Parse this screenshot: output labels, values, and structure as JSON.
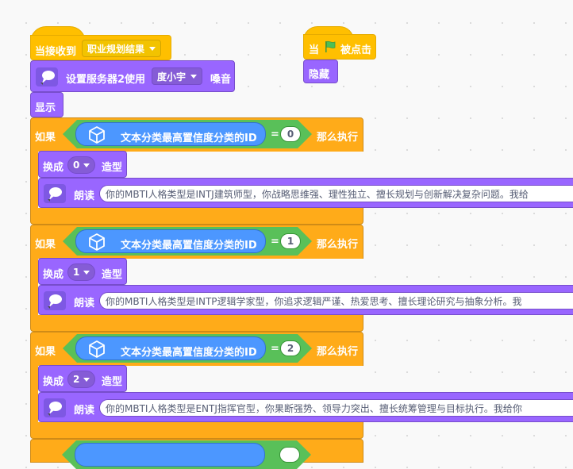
{
  "hat_broadcast": {
    "label": "当接收到",
    "message": "职业规划结果"
  },
  "voice_block": {
    "label": "设置服务器2使用",
    "voice": "度小宇",
    "suffix": "嗓音"
  },
  "show_block": {
    "label": "显示"
  },
  "hat_flag": {
    "prefix": "当",
    "suffix": "被点击",
    "icon": "green-flag-icon"
  },
  "hide_block": {
    "label": "隐藏"
  },
  "if_blocks": [
    {
      "if_label": "如果",
      "reporter": "文本分类最高置信度分类的ID",
      "op": "=",
      "value": "0",
      "then_label": "那么执行",
      "costume_label": "换成",
      "costume_value": "0",
      "costume_suffix": "造型",
      "speak_label": "朗读",
      "speak_text": "你的MBTI人格类型是INTJ建筑师型，你战略思维强、理性独立、擅长规划与创新解决复杂问题。我给"
    },
    {
      "if_label": "如果",
      "reporter": "文本分类最高置信度分类的ID",
      "op": "=",
      "value": "1",
      "then_label": "那么执行",
      "costume_label": "换成",
      "costume_value": "1",
      "costume_suffix": "造型",
      "speak_label": "朗读",
      "speak_text": "你的MBTI人格类型是INTP逻辑学家型，你追求逻辑严谨、热爱思考、擅长理论研究与抽象分析。我"
    },
    {
      "if_label": "如果",
      "reporter": "文本分类最高置信度分类的ID",
      "op": "=",
      "value": "2",
      "then_label": "那么执行",
      "costume_label": "换成",
      "costume_value": "2",
      "costume_suffix": "造型",
      "speak_label": "朗读",
      "speak_text": "你的MBTI人格类型是ENTJ指挥官型，你果断强势、领导力突出、擅长统筹管理与目标执行。我给你"
    }
  ],
  "colors": {
    "events": "#ffbf00",
    "looks": "#9966ff",
    "control": "#ffab19",
    "operators": "#59c059",
    "reporter": "#4c97ff"
  }
}
